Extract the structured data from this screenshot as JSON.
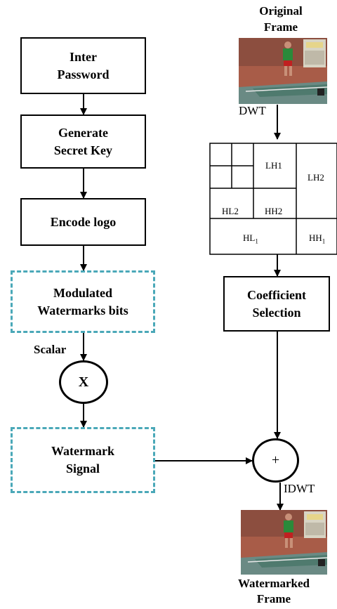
{
  "left_chain": {
    "inter_password": "Inter\nPassword",
    "generate_key": "Generate\nSecret Key",
    "encode_logo": "Encode logo",
    "modulated_bits": "Modulated\nWatermarks bits",
    "scalar_label": "Scalar",
    "multiply_symbol": "X",
    "watermark_signal": "Watermark\nSignal"
  },
  "right_chain": {
    "original_frame_title": "Original\nFrame",
    "dwt_label": "DWT",
    "subbands": {
      "lh1": "LH1",
      "lh2": "LH2",
      "hl2": "HL2",
      "hh2": "HH2",
      "hl1": "HL",
      "hl1_sub": "1",
      "hh1": "HH",
      "hh1_sub": "1"
    },
    "coefficient_selection": "Coefficient\nSelection",
    "add_symbol": "+",
    "idwt_label": "IDWT",
    "watermarked_frame_title": "Watermarked\nFrame"
  },
  "colors": {
    "dashed_border": "#4aa8b8",
    "line": "#000000"
  }
}
